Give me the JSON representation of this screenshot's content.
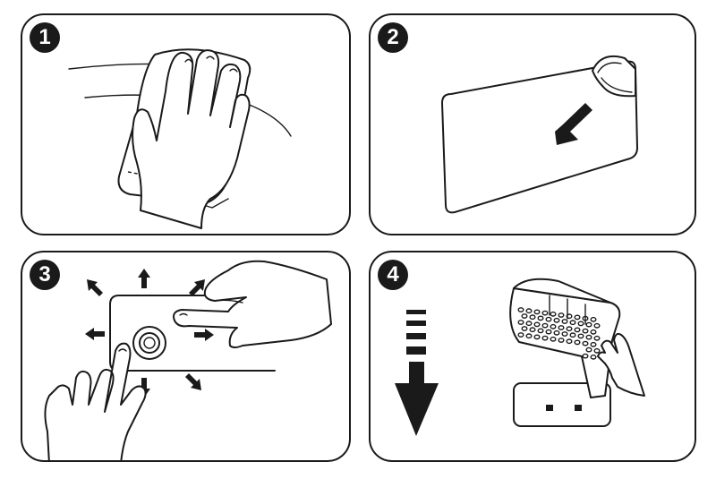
{
  "steps": [
    {
      "number": "1",
      "icon": "wipe-surface-icon"
    },
    {
      "number": "2",
      "icon": "peel-backing-icon"
    },
    {
      "number": "3",
      "icon": "press-adhesive-icon"
    },
    {
      "number": "4",
      "icon": "hang-basket-icon"
    }
  ],
  "colors": {
    "ink": "#1a1a1a",
    "background": "#ffffff"
  }
}
